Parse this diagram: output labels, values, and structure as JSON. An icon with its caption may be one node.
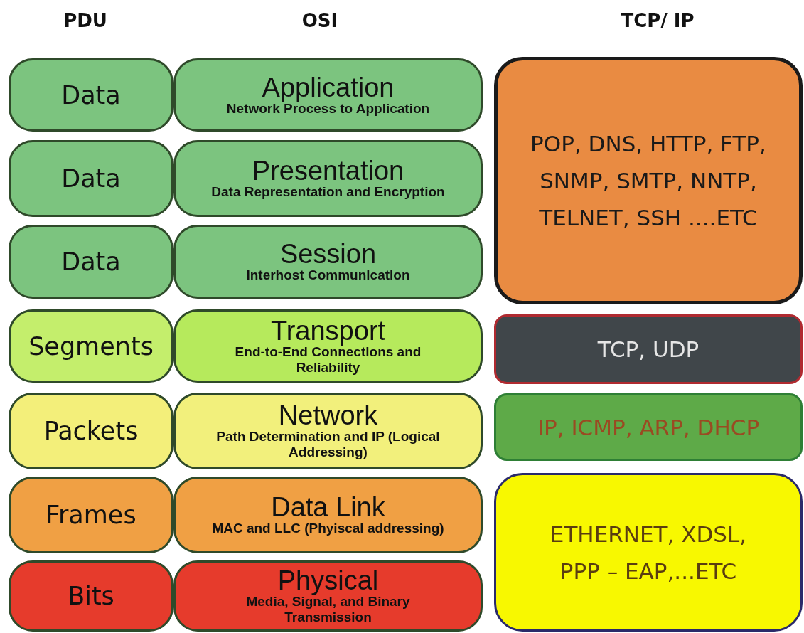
{
  "diagram": {
    "nodes": [
      {
        "text": [
          "Data"
        ]
      },
      {
        "text": [
          "Application",
          "Network Process to Application"
        ]
      },
      {
        "text": [
          "POP, DNS, HTTP, FTP, SNMP, SMTP, NNTP, TELNET, SSH ....ETC"
        ]
      },
      {
        "text": [
          "Data"
        ]
      },
      {
        "text": [
          "Presentation",
          "Data Representation and Encryption"
        ]
      },
      {
        "text": [
          "Data"
        ]
      },
      {
        "text": [
          "Session",
          "Interhost Communication"
        ]
      },
      {
        "text": [
          "Segments"
        ]
      },
      {
        "text": [
          "Transport",
          "End-to-End Connections and Reliability"
        ]
      },
      {
        "text": [
          "TCP, UDP"
        ]
      },
      {
        "text": [
          "Packets"
        ]
      },
      {
        "text": [
          "Network",
          "Path Determination and IP (Logical Addressing)"
        ]
      },
      {
        "text": [
          "IP, ICMP, ARP, DHCP"
        ]
      },
      {
        "text": [
          "Frames"
        ]
      },
      {
        "text": [
          "Data Link",
          "MAC and LLC (Phyiscal addressing)"
        ]
      },
      {
        "text": [
          "ETHERNET, XDSL, PPP – EAP,...ETC"
        ]
      },
      {
        "text": [
          "Bits"
        ]
      },
      {
        "text": [
          "Physical",
          "Media, Signal, and Binary Transmission"
        ]
      }
    ],
    "labels": [
      "PDU",
      "OSI",
      "TCP/ IP"
    ]
  }
}
